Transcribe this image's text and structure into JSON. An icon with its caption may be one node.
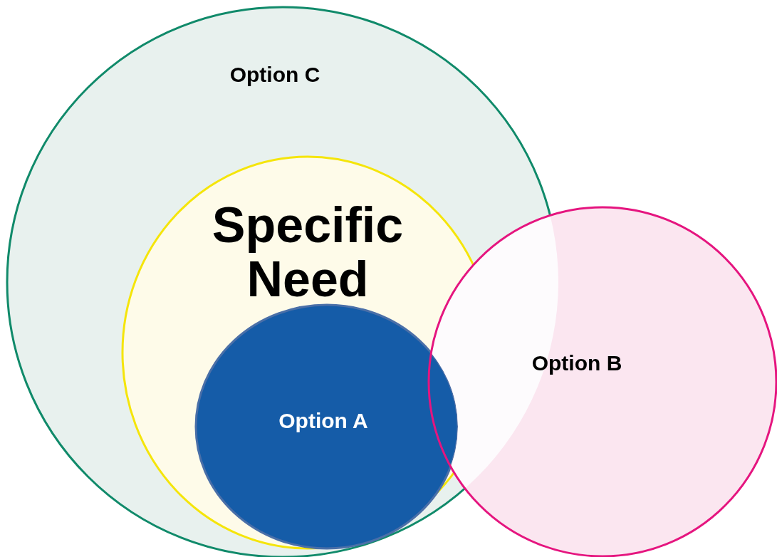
{
  "diagram": {
    "nodes": [
      {
        "text": [
          "Option C"
        ]
      },
      {
        "text": [
          "Specific Need"
        ],
        "in": 0
      },
      {
        "text": [
          "Option A"
        ],
        "in": 1
      },
      {
        "text": [
          "Option B"
        ]
      }
    ],
    "edges": []
  }
}
